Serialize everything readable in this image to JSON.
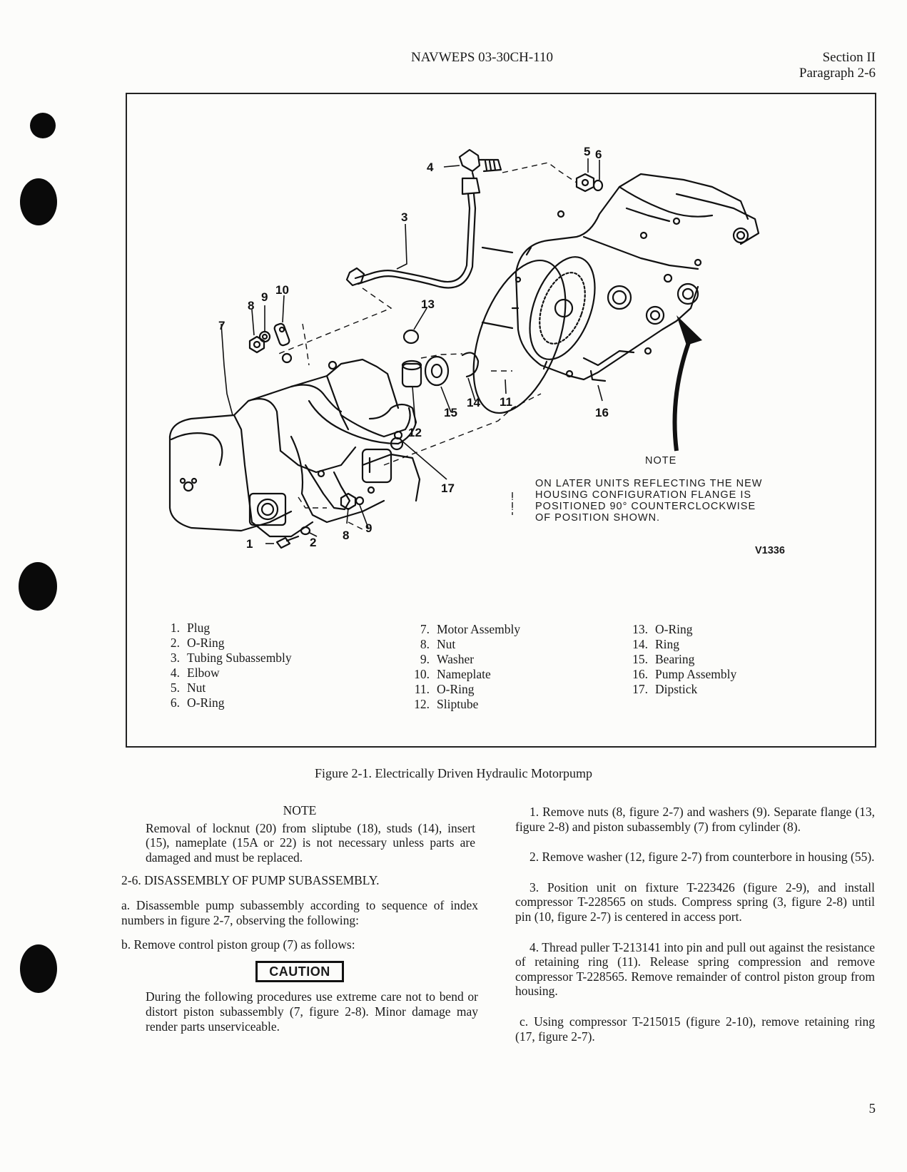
{
  "header": {
    "doc_number": "NAVWEPS 03-30CH-110",
    "section": "Section II",
    "paragraph": "Paragraph 2-6"
  },
  "figure": {
    "part_labels": [
      "1",
      "2",
      "3",
      "4",
      "5",
      "6",
      "7",
      "8",
      "9",
      "10",
      "11",
      "12",
      "13",
      "14",
      "15",
      "16",
      "17",
      "8",
      "9"
    ],
    "note_title": "NOTE",
    "note_lines": [
      "ON LATER UNITS REFLECTING THE NEW",
      "HOUSING CONFIGURATION FLANGE IS",
      "POSITIONED 90° COUNTERCLOCKWISE",
      "OF POSITION SHOWN."
    ],
    "code": "V1336",
    "legend": [
      {
        "num": "1.",
        "name": "Plug"
      },
      {
        "num": "2.",
        "name": "O-Ring"
      },
      {
        "num": "3.",
        "name": "Tubing Subassembly"
      },
      {
        "num": "4.",
        "name": "Elbow"
      },
      {
        "num": "5.",
        "name": "Nut"
      },
      {
        "num": "6.",
        "name": "O-Ring"
      },
      {
        "num": "7.",
        "name": "Motor Assembly"
      },
      {
        "num": "8.",
        "name": "Nut"
      },
      {
        "num": "9.",
        "name": "Washer"
      },
      {
        "num": "10.",
        "name": "Nameplate"
      },
      {
        "num": "11.",
        "name": "O-Ring"
      },
      {
        "num": "12.",
        "name": "Sliptube"
      },
      {
        "num": "13.",
        "name": "O-Ring"
      },
      {
        "num": "14.",
        "name": "Ring"
      },
      {
        "num": "15.",
        "name": "Bearing"
      },
      {
        "num": "16.",
        "name": "Pump Assembly"
      },
      {
        "num": "17.",
        "name": "Dipstick"
      }
    ],
    "caption": "Figure 2-1.  Electrically Driven Hydraulic Motorpump"
  },
  "left_column": {
    "note_title": "NOTE",
    "note_body": "Removal of locknut (20) from sliptube (18), studs (14), insert (15), nameplate (15A or 22) is not necessary unless parts are damaged and must be replaced.",
    "heading": "2-6. DISASSEMBLY OF PUMP SUBASSEMBLY.",
    "step_a": "a. Disassemble pump subassembly according to sequence of index numbers in figure 2-7, observing the following:",
    "step_b": "b. Remove control piston group (7) as follows:",
    "caution_label": "CAUTION",
    "caution_body": "During the following procedures use extreme care not to bend or distort piston subassembly (7, figure 2-8). Minor damage may render parts unserviceable."
  },
  "right_column": {
    "step_1": "1. Remove nuts (8, figure 2-7) and washers (9). Separate flange (13, figure 2-8) and piston subassembly (7) from cylinder (8).",
    "step_2": "2. Remove washer (12, figure 2-7) from counterbore in housing (55).",
    "step_3": "3. Position unit on fixture T-223426 (figure 2-9), and install compressor T-228565 on studs. Compress spring (3, figure 2-8) until pin (10, figure 2-7) is centered in access port.",
    "step_4": "4. Thread puller T-213141 into pin and pull out against the resistance of retaining ring (11). Release spring compression and remove compressor T-228565. Remove remainder of control piston group from housing.",
    "step_c": "c. Using compressor T-215015 (figure 2-10), remove retaining ring (17, figure 2-7)."
  },
  "page_number": "5"
}
